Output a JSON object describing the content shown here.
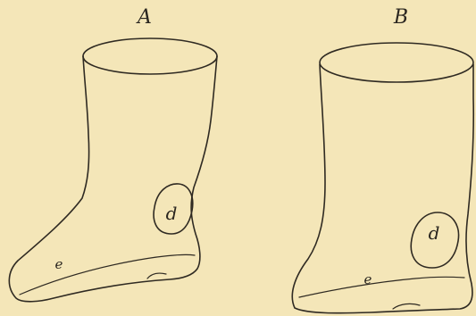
{
  "figures": [
    {
      "id": "A",
      "title": "A",
      "labels": {
        "pouch": "d",
        "base": "e"
      }
    },
    {
      "id": "B",
      "title": "B",
      "labels": {
        "pouch": "d",
        "base": "e"
      }
    }
  ]
}
